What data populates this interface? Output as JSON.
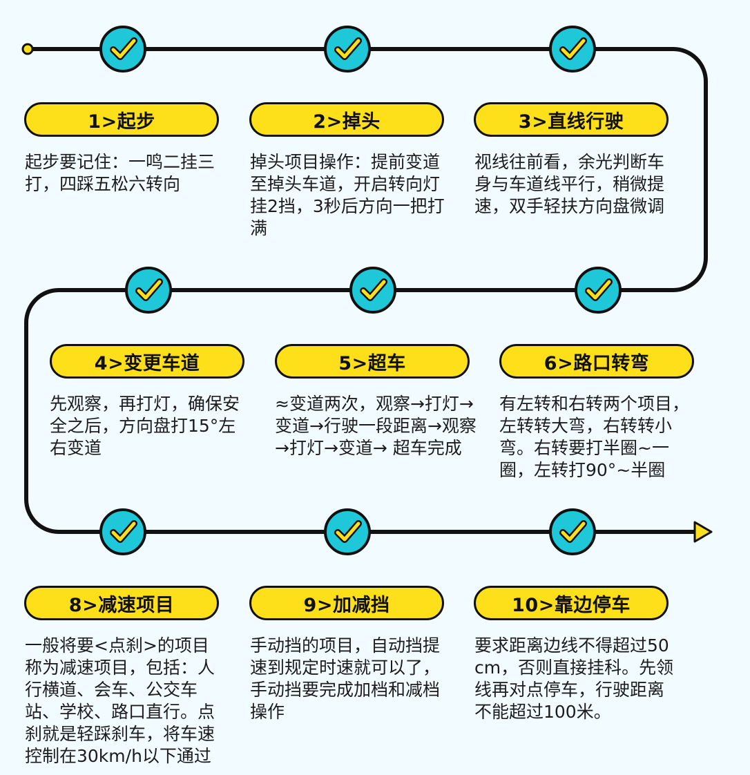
{
  "colors": {
    "background": "#f2fbff",
    "line": "#111111",
    "pill_fill": "#fee01a",
    "check_circle_fill": "#1ec8d8",
    "check_mark": "#fee01a",
    "arrow_fill": "#fee01a"
  },
  "icons": {
    "step_marker": "check-circle-icon",
    "start": "start-dot-icon",
    "end": "arrow-head-icon"
  },
  "steps": [
    {
      "title": "1>起步",
      "text": "起步要记住：一鸣二挂三打，四踩五松六转向"
    },
    {
      "title": "2>掉头",
      "text": "掉头项目操作：提前变道至掉头车道，开启转向灯挂2挡，3秒后方向一把打满"
    },
    {
      "title": "3>直线行驶",
      "text": "视线往前看，余光判断车身与车道线平行，稍微提速，双手轻扶方向盘微调"
    },
    {
      "title": "4>变更车道",
      "text": "先观察，再打灯，确保安全之后，方向盘打15°左右变道"
    },
    {
      "title": "5>超车",
      "text": "≈变道两次，观察→打灯→变道→行驶一段距离→观察→打灯→变道→ 超车完成"
    },
    {
      "title": "6>路口转弯",
      "text": "有左转和右转两个项目，左转转大弯，右转转小弯。右转要打半圈~一圈，左转打90°~半圈"
    },
    {
      "title": "8>减速项目",
      "text": "一般将要<点刹>的项目称为减速项目，包括：人行横道、会车、公交车站、学校、路口直行。点刹就是轻踩刹车，将车速控制在30km/h以下通过"
    },
    {
      "title": "9>加减挡",
      "text": "手动挡的项目，自动挡提速到规定时速就可以了，手动挡要完成加档和减档操作"
    },
    {
      "title": "10>靠边停车",
      "text": "要求距离边线不得超过50cm，否则直接挂科。先领线再对点停车，行驶距离不能超过100米。"
    }
  ]
}
